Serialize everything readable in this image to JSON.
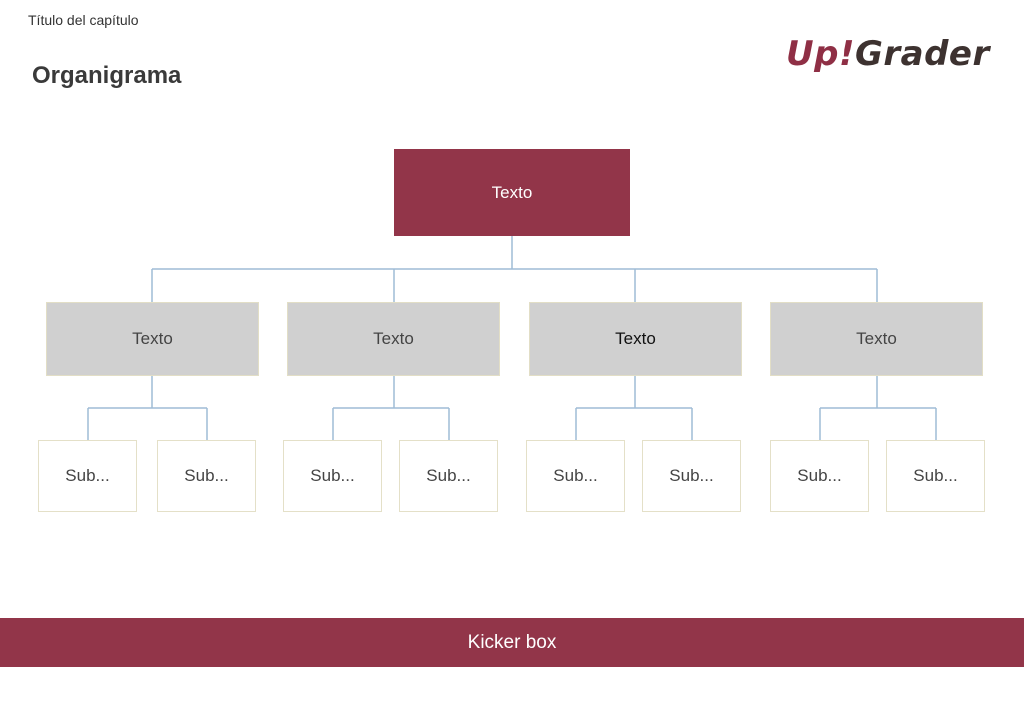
{
  "header": {
    "chapter_title": "Título del capítulo",
    "page_title": "Organigrama",
    "logo": {
      "part1": "Up!",
      "part2": "Grader",
      "colors": [
        "#8f2f45",
        "#3d3230"
      ]
    }
  },
  "org": {
    "root": "Texto",
    "nodes": [
      {
        "label": "Texto",
        "subs": [
          "Sub...",
          "Sub..."
        ]
      },
      {
        "label": "Texto",
        "subs": [
          "Sub...",
          "Sub..."
        ]
      },
      {
        "label": "Texto",
        "subs": [
          "Sub...",
          "Sub..."
        ]
      },
      {
        "label": "Texto",
        "subs": [
          "Sub...",
          "Sub..."
        ]
      }
    ]
  },
  "kicker": "Kicker box",
  "colors": {
    "accent": "#923549",
    "node_fill": "#d0d0d0",
    "connector": "#9fbcd6"
  }
}
